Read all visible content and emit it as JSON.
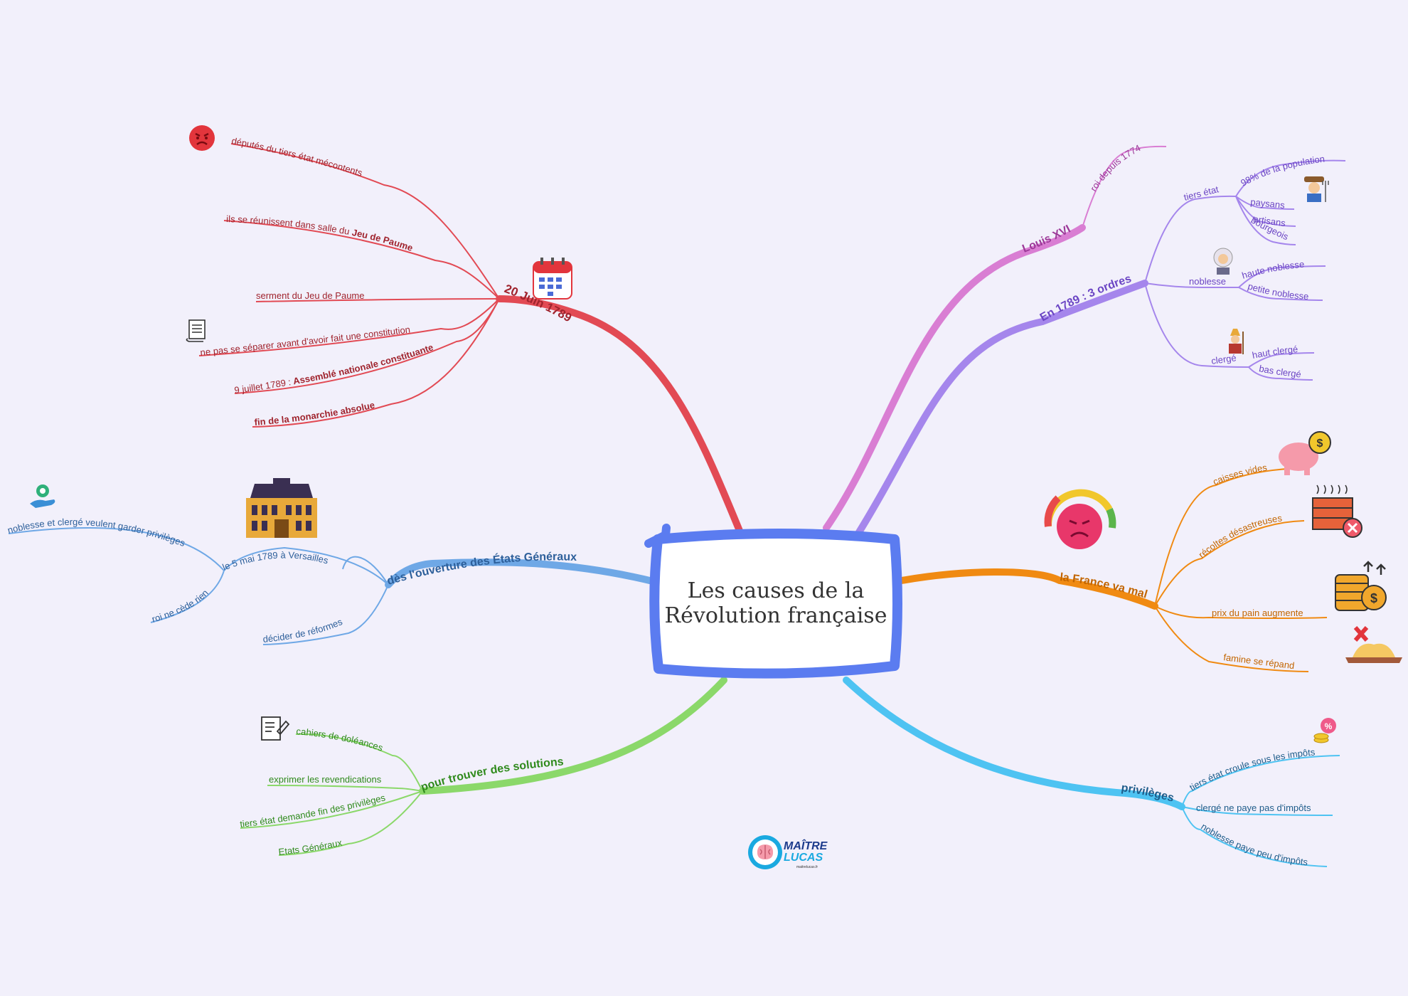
{
  "title": [
    "Les causes de la",
    "Révolution française"
  ],
  "brand": {
    "line1": "MAÎTRE",
    "line2": "LUCAS",
    "tagline": "maitrelucas.fr"
  },
  "colors": {
    "background": "#f2f0fb",
    "frame": "#5b7cf0",
    "red": "#e24a54",
    "blue": "#6fa8e6",
    "green": "#8bd86a",
    "pink": "#d97ed3",
    "purple": "#a586ec",
    "orange": "#f08a12",
    "cyan": "#4ec3f2"
  },
  "branches": {
    "juin": {
      "label": "20 Juin 1789",
      "icon": "calendar-icon",
      "items": [
        {
          "text": "députés du tiers état mécontents",
          "icon": "angry-face-icon"
        },
        {
          "parts": [
            "ils se réunissent dans salle du ",
            "Jeu de Paume"
          ]
        },
        {
          "text": "serment du Jeu de Paume"
        },
        {
          "text": "ne pas se séparer avant d'avoir fait une constitution",
          "icon": "scroll-icon"
        },
        {
          "parts": [
            "9 juillet 1789 : ",
            "Assemblé nationale constituante"
          ]
        },
        {
          "text": "fin de la monarchie absolue"
        }
      ]
    },
    "etats": {
      "label": "dès l'ouverture des États Généraux",
      "icon": "palace-icon",
      "versailles": "le 5 mai 1789 à Versailles",
      "versailles_items": [
        {
          "text": "noblesse et clergé veulent garder privilèges",
          "icon": "hand-badge-icon"
        },
        {
          "text": "roi ne cède rien"
        }
      ],
      "reformes": "décider de réformes"
    },
    "solutions": {
      "label": "pour trouver des solutions",
      "icon": "notepad-icon",
      "items": [
        "cahiers de doléances",
        "exprimer les revendications",
        "tiers état demande fin des privilèges",
        "Etats Généraux"
      ]
    },
    "louis": {
      "label": "Louis XVI",
      "sub": "roi depuis 1774"
    },
    "ordres": {
      "label": "En 1789 : 3 ordres",
      "tiers": {
        "label": "tiers état",
        "icon": "farmer-icon",
        "items": [
          "98% de la population",
          "paysans",
          "artisans",
          "bourgeois"
        ]
      },
      "noblesse": {
        "label": "noblesse",
        "icon": "noble-icon",
        "items": [
          "haute noblesse",
          "petite noblesse"
        ]
      },
      "clerge": {
        "label": "clergé",
        "icon": "bishop-icon",
        "items": [
          "haut clergé",
          "bas clergé"
        ]
      }
    },
    "france": {
      "label": "la France va mal",
      "icon": "sad-gauge-icon",
      "items": [
        {
          "text": "caisses vides",
          "icon": "piggy-bank-icon"
        },
        {
          "text": "récoltes désastreuses",
          "icon": "rotten-crate-icon"
        },
        {
          "text": "prix du pain augmente",
          "icon": "coins-up-icon"
        },
        {
          "text": "famine se répand",
          "icon": "empty-plate-icon"
        }
      ]
    },
    "privileges": {
      "label": "privilèges",
      "icon": "tax-coins-icon",
      "items": [
        "tiers état croule sous les impôts",
        "clergé ne paye pas d'impôts",
        "noblesse paye peu d'impôts"
      ]
    }
  }
}
